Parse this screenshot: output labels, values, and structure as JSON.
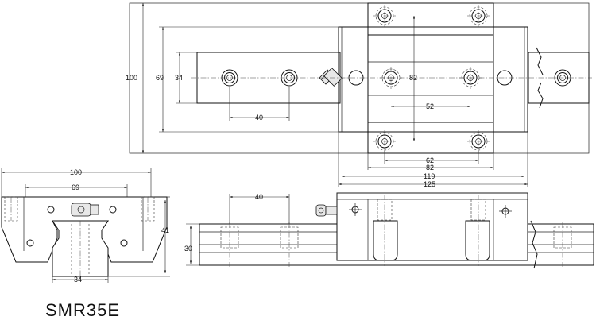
{
  "model": "SMR35E",
  "top_view": {
    "dims": {
      "height_overall": "100",
      "height_block": "69",
      "height_rail": "34",
      "hole_pitch_y": "82",
      "hole_pitch_x": "52",
      "rail_pitch": "40",
      "w_62": "62",
      "w_82": "82",
      "w_119": "119",
      "w_125": "125"
    }
  },
  "end_view": {
    "dims": {
      "width_overall": "100",
      "width_inner": "69",
      "height": "41",
      "rail_width": "34"
    }
  },
  "side_view": {
    "dims": {
      "rail_pitch": "40",
      "height": "30"
    }
  }
}
